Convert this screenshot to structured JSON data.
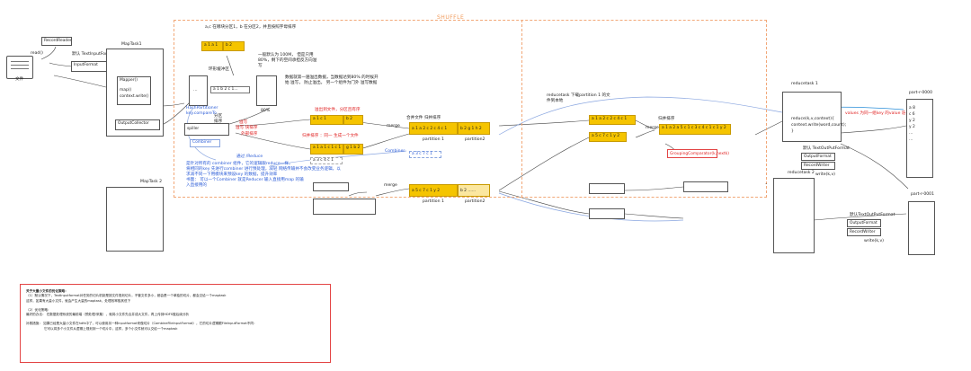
{
  "shuffle": {
    "label": "SHUFFLE"
  },
  "left": {
    "record_reader": "RecordReader",
    "read": "read()",
    "file": "文件",
    "default_input_format": "默认 TextInputFormat",
    "input_format": "InputFormat",
    "maptask1": "MapTask1",
    "mapper": "Mapper()",
    "map": "map()",
    "context_write": "context.write()",
    "output_collector": "OutputCollector",
    "maptask2": "MapTask 2"
  },
  "buffer": {
    "partition_note": "a,c 在哪块分区1，b 在分区2，并且按照字母排序",
    "seg_a": "a 1 a 1",
    "seg_b": "b 2",
    "ring_label": "环形缓冲区",
    "ring_note_1": "一般默认为 100M， 但是只用",
    "ring_note_2": "80%，剩下的空间承担反方向溢",
    "ring_note_3": "写",
    "ring_inner": "a 1 b 2 c 1…",
    "ring_dots": "…",
    "reverse_1": "数据就第一遍溢出数据，当数据达到80% 的时候开",
    "reverse_2": "始 溢写， 防止溢出， 另一个组件为门外 溢写数据",
    "hash_partitioner": "HashPartitioner",
    "key_compare": "key.compareTo",
    "eighty": "80%",
    "spill_label": "spiller",
    "spill_sort": "分区",
    "spill_sort2": "排序",
    "spill_sub": "溢写",
    "combiner": "Combiner",
    "spill_out_1": "溢写 快排序",
    "spill_out_2": "外部排序",
    "merge_file_note": "溢出到文件，分区且有序",
    "merge_sort_note": "归并排序 ：同一 生成一个文件",
    "f1_a": "a 1 c 1",
    "f1_b": "b 2",
    "f2_a": "a 1 a 1  c 1  c 1",
    "f2_b": "g 1  b 2",
    "f3": "a 3  c 4  c 1",
    "combiner_note_1": "通过 /Reduce",
    "combiner_desc_1": "是针对所有的 combiner 组件，它的逻辑跟reduce一样，",
    "combiner_desc_2": "将相同的key 先进行combiner 进行预处理，减轻 网络传输并不会改变业务逻辑，以",
    "combiner_desc_3": "求减不同一下用模块来预设key 的数据，提升效率",
    "combiner_desc_4": "书面：  可以一个Combiner 就是Reducer 输入直接用map 的输",
    "combiner_desc_5": "入直接用的"
  },
  "mid": {
    "merge": "merge",
    "merge_label": "合并文件 归并排序",
    "p1_row": "a 1  a 2  c 2  c 4  c 1",
    "p2_row": "b 2  g 1  h 2",
    "partition1": "partition 1",
    "partition2": "partition2",
    "combiner2": "Combiner",
    "c_row": "a 3 c 7 c 1",
    "merge2": "merge",
    "p1b_row": "a 5  c 7  c 1  y 2",
    "p2b_row": "b 2 ……",
    "partition1b": "partition 1",
    "partition2b": "partition2"
  },
  "reduce_side": {
    "download_1": "reducetask 下载partition 1 的文",
    "download_2": "件到本地",
    "r1": "a 1  a 2  c 2  c 4  c 1",
    "r2": "a 5  c 7  c 1  y 2",
    "merge_sort": "归并排序",
    "merge": "merge",
    "merged": "a 1 a 2 a 5 c 1  c 3 c 4  c 1 c 1 y 2",
    "grouping": "GroupingComparator(k,nextk)"
  },
  "reducetask1": {
    "title": "reducetask 1",
    "reduce": "reduce(k,v,context){",
    "values": "context.write(word,count);",
    "close": "}",
    "note": "values 为同一组key 的value 迭代器",
    "default_output": "默认 TextOutPutFormat",
    "output_format": "OutputFormat",
    "record_writer": "RecordWriter",
    "write": "write(k,v)"
  },
  "reducetask2": {
    "title": "reducetask 2",
    "default_output": "默认TextOutPutFormat",
    "output_format": "OutputFormat",
    "record_writer": "RecordWriter",
    "write": "write(k,v)"
  },
  "outputs": {
    "part0": "part-r-0000",
    "part0_lines": [
      "a 8",
      "c 6",
      "y 2",
      "y 2",
      "…",
      "…"
    ],
    "part1": "part-r-0001"
  },
  "dot": ".",
  "note": {
    "title": "关于大量小文件的优化策略：",
    "l1": "（1）默认情况下，TextInputformat对任务的切片机制是按文件规划切片，不管文件多小，都会是一个单独的切片，都会交给一个maptask",
    "l2": "这样，如果有大量小文件，就会产生大量的maptask，处理效率极其低下",
    "l3": "（2）优化策略：",
    "l4": "最好的办法：  在数据处理系统的最前端（预处理/采集），就将小文件先合并成大文件，再上传到HDFS做后续分析",
    "l5": "补救措施：  如果已经是大量小文件在hdfs中了，可以使用另一种inputformat来做切片（CombineFileInputFormat），它的切片逻辑跟FileInputFormat不同：",
    "l6": "它可以将多个小文件从逻辑上规划到一个切片中，这样，多个小文件就可以交给一个maptask"
  }
}
